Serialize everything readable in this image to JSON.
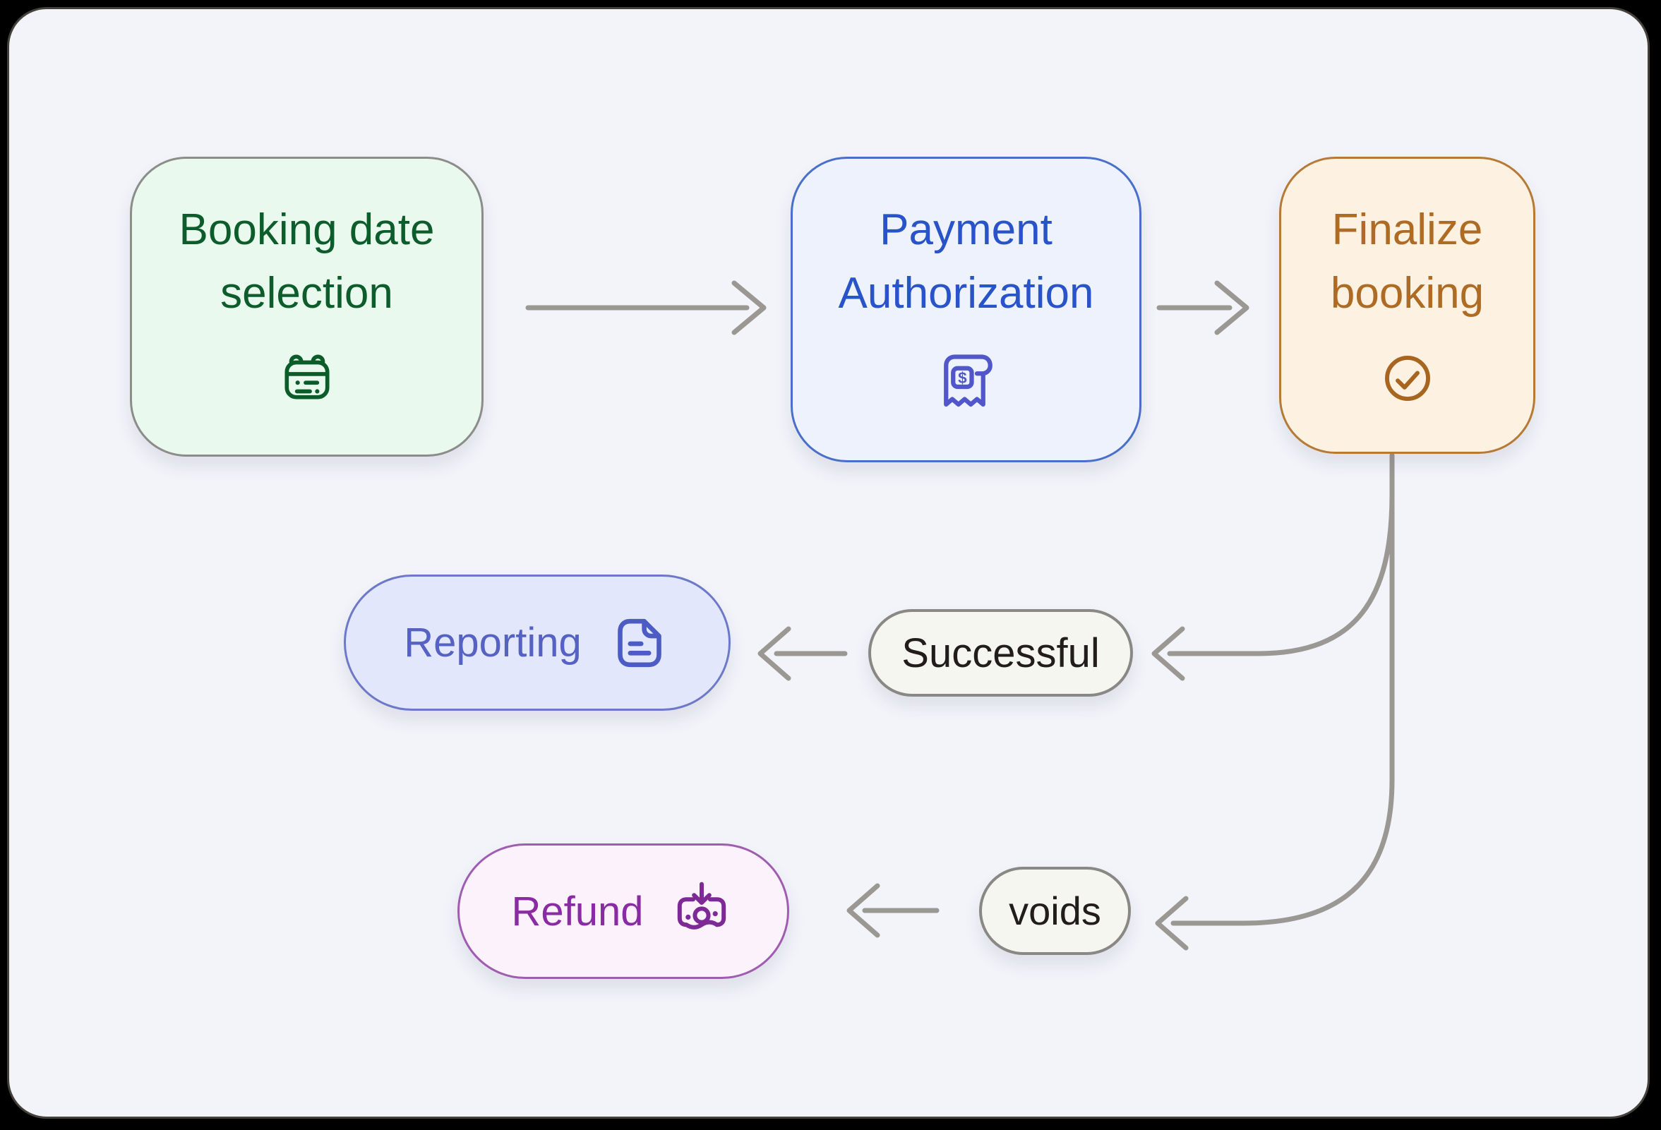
{
  "diagram": {
    "title": "Booking payment flow diagram",
    "nodes": {
      "booking": {
        "label": "Booking date selection",
        "icon": "calendar-icon",
        "bg": "#e9f9ee",
        "border": "#8c8c89",
        "text": "#0d5c2b"
      },
      "payment": {
        "label": "Payment Authorization",
        "icon": "receipt-icon",
        "icon_glyph": "$",
        "bg": "#edf2fc",
        "border": "#4a6fca",
        "text": "#2953c8"
      },
      "finalize": {
        "label": "Finalize booking",
        "icon": "check-circle-icon",
        "bg": "#fdf1e2",
        "border": "#b57a35",
        "text": "#ad6b24"
      },
      "successful": {
        "label": "Successful",
        "bg": "#f6f6f1",
        "border": "#8a8884",
        "text": "#221d1a"
      },
      "reporting": {
        "label": "Reporting",
        "icon": "document-icon",
        "bg": "#e3e7fb",
        "border": "#6d79c8",
        "text": "#5562c4"
      },
      "voids": {
        "label": "voids",
        "bg": "#f6f6f1",
        "border": "#8a8884",
        "text": "#221d1a"
      },
      "refund": {
        "label": "Refund",
        "icon": "money-receive-icon",
        "bg": "#fbf2fb",
        "border": "#a05cb0",
        "text": "#8a2ba3"
      }
    },
    "edges": [
      {
        "from": "booking",
        "to": "payment"
      },
      {
        "from": "payment",
        "to": "finalize"
      },
      {
        "from": "finalize",
        "to": "successful"
      },
      {
        "from": "successful",
        "to": "reporting"
      },
      {
        "from": "finalize",
        "to": "voids"
      },
      {
        "from": "voids",
        "to": "refund"
      }
    ],
    "colors": {
      "canvas_bg": "#f2f4fa",
      "frame": "#000000",
      "panel_border": "#45403a",
      "connector": "#9b9894"
    }
  }
}
